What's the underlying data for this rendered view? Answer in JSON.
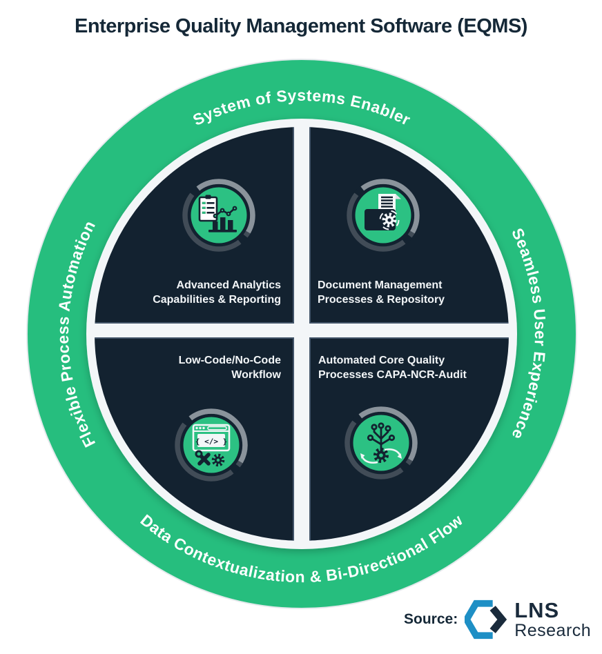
{
  "title": "Enterprise Quality Management Software (EQMS)",
  "ring": {
    "top_label": "System of Systems Enabler",
    "right_label": "Seamless User Experience",
    "bottom_label": "Data Contextualization & Bi-Directional Flow",
    "left_label": "Flexible Process Automation"
  },
  "quadrants": {
    "top_left": {
      "label": "Advanced Analytics\nCapabilities & Reporting",
      "icon": "clipboard-bar-chart-icon"
    },
    "top_right": {
      "label": "Document Management\nProcesses & Repository",
      "icon": "folder-document-gear-icon"
    },
    "bottom_left": {
      "label": "Low-Code/No-Code\nWorkflow",
      "icon": "code-window-tools-icon"
    },
    "bottom_right": {
      "label": "Automated Core Quality\nProcesses CAPA-NCR-Audit",
      "icon": "branch-nodes-gear-icon"
    }
  },
  "icons": {
    "low_code_text": "{ </> }"
  },
  "source": {
    "label": "Source:",
    "brand_line1": "LNS",
    "brand_line2": "Research"
  },
  "colors": {
    "green": "#26be7e",
    "icon_green": "#2cc183",
    "quadrant_navy": "#132230",
    "quadrant_border": "#44566a",
    "white_ring": "#f3f6f8",
    "title_navy": "#152837",
    "ring_gray_bright": "#8a939b",
    "ring_gray_dark": "#414c57",
    "logo_blue": "#1e8fc5",
    "logo_navy": "#1a2b3c"
  }
}
